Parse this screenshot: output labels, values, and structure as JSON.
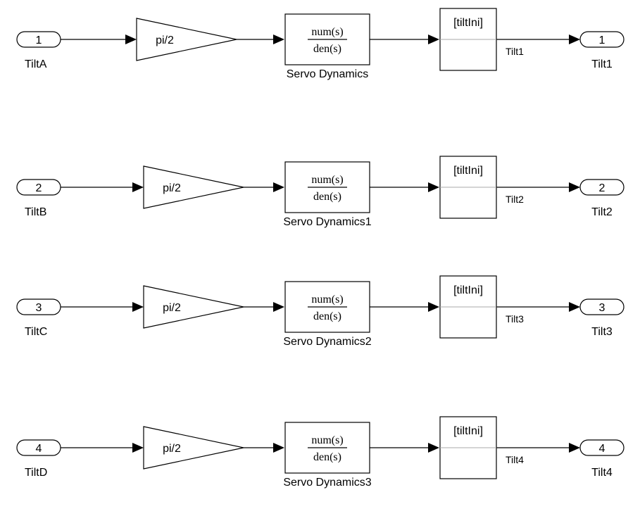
{
  "rows": [
    {
      "inport": {
        "number": "1",
        "name": "TiltA"
      },
      "gain": {
        "label": "pi/2"
      },
      "transfer_fcn": {
        "numerator": "num(s)",
        "denominator": "den(s)",
        "name": "Servo Dynamics"
      },
      "integrator": {
        "initial": "[tiltIni]"
      },
      "signal_label": "Tilt1",
      "outport": {
        "number": "1",
        "name": "Tilt1"
      }
    },
    {
      "inport": {
        "number": "2",
        "name": "TiltB"
      },
      "gain": {
        "label": "pi/2"
      },
      "transfer_fcn": {
        "numerator": "num(s)",
        "denominator": "den(s)",
        "name": "Servo Dynamics1"
      },
      "integrator": {
        "initial": "[tiltIni]"
      },
      "signal_label": "Tilt2",
      "outport": {
        "number": "2",
        "name": "Tilt2"
      }
    },
    {
      "inport": {
        "number": "3",
        "name": "TiltC"
      },
      "gain": {
        "label": "pi/2"
      },
      "transfer_fcn": {
        "numerator": "num(s)",
        "denominator": "den(s)",
        "name": "Servo Dynamics2"
      },
      "integrator": {
        "initial": "[tiltIni]"
      },
      "signal_label": "Tilt3",
      "outport": {
        "number": "3",
        "name": "Tilt3"
      }
    },
    {
      "inport": {
        "number": "4",
        "name": "TiltD"
      },
      "gain": {
        "label": "pi/2"
      },
      "transfer_fcn": {
        "numerator": "num(s)",
        "denominator": "den(s)",
        "name": "Servo Dynamics3"
      },
      "integrator": {
        "initial": "[tiltIni]"
      },
      "signal_label": "Tilt4",
      "outport": {
        "number": "4",
        "name": "Tilt4"
      }
    }
  ]
}
